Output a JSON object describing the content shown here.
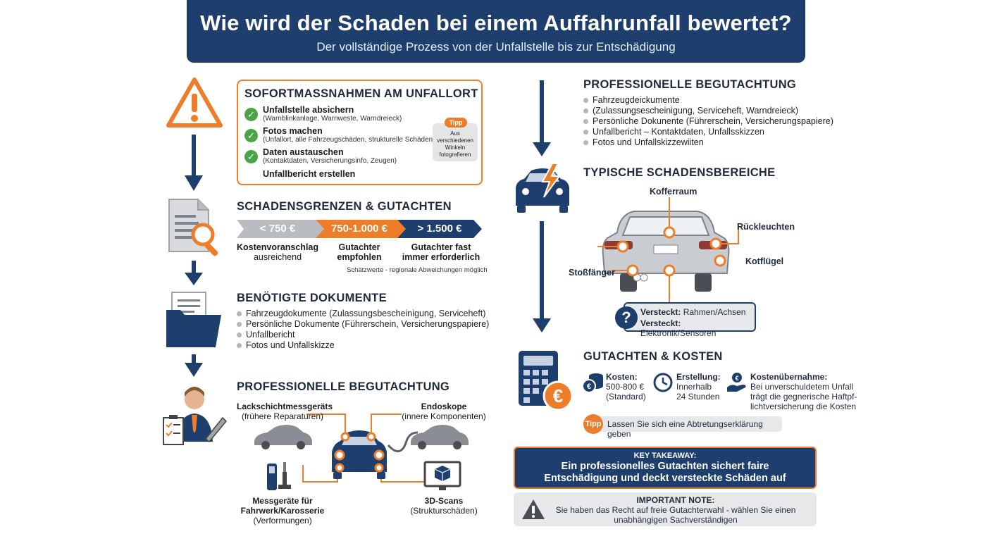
{
  "header": {
    "title": "Wie wird der Schaden bei einem Auffahrunfall bewertet?",
    "subtitle": "Der vollständige Prozess von der Unfallstelle bis zur Entschädigung"
  },
  "sofort": {
    "title": "SOFORTMASSNAHMEN AM UNFALLORT",
    "items": [
      {
        "title": "Unfallstelle absichern",
        "sub": "(Warnblinkanlage, Warnweste, Warndreieck)"
      },
      {
        "title": "Fotos machen",
        "sub": "(Unfallort, alle Fahrzeugschäden, strukturelle Schäden)"
      },
      {
        "title": "Daten austauschen",
        "sub": "(Kontaktdaten, Versicherungsinfo, Zeugen)"
      }
    ],
    "last": "Unfallbericht erstellen",
    "tip_badge": "Tipp",
    "tip_lines": [
      "Aus",
      "verschiedenen",
      "Winkeln",
      "fotografieren"
    ]
  },
  "grenzen": {
    "title": "SCHADENSGRENZEN & GUTACHTEN",
    "bars": [
      {
        "label": "< 750 €",
        "cap1": "Kostenvoranschlag",
        "cap2": "ausreichend"
      },
      {
        "label": "750-1.000 €",
        "cap1": "Gutachter",
        "cap2": "empfohlen"
      },
      {
        "label": "> 1.500 €",
        "cap1": "Gutachter fast",
        "cap2": "immer erforderlich"
      }
    ],
    "note": "Schätzwerte - regionale Abweichungen möglich",
    "colors": [
      "#b9bcc1",
      "#ee7d2a",
      "#1e3f6e"
    ]
  },
  "dokumente": {
    "title": "BENÖTIGTE DOKUMENTE",
    "items": [
      "Fahrzeugdokumente (Zulassungsbescheinigung, Serviceheft)",
      "Persönliche Dokumente (Führerschein, Versicherungspapiere)",
      "Unfallbericht",
      "Fotos und Unfallskizze"
    ]
  },
  "begutachtung_left": {
    "title": "PROFESSIONELLE BEGUTACHTUNG",
    "lack_title": "Lackschichtmessgeräts",
    "lack_sub": "(frühere Reparaturen)",
    "endo_title": "Endoskope",
    "endo_sub": "(innere Komponenten)",
    "mess_title1": "Messgeräte für",
    "mess_title2": "Fahrwerk/Karosserie",
    "mess_sub": "(Verformungen)",
    "scan_title": "3D-Scans",
    "scan_sub": "(Strukturschäden)"
  },
  "begutachtung_right": {
    "title": "PROFESSIONELLE BEGUTACHTUNG",
    "items": [
      "Fahrzeugdeickumente",
      "(Zulassungsescheinigung, Serviceheft, Warndreieck)",
      "Persönliche Dokunente (Führerschein, Versicherungspapiere)",
      "Unfallbericht – Kontaktdaten, Unfallsskizzen",
      "Fotos und Unfallskizzewiiten"
    ]
  },
  "bereiche": {
    "title": "TYPISCHE SCHADENSBEREICHE",
    "kofferraum": "Kofferraum",
    "rueckleuchten": "Rückleuchten",
    "kotfluegel": "Kotflügel",
    "stossfaenger": "Stoßfänger",
    "versteckt_label": "Versteckt:",
    "versteckt_1": "Rahmen/Achsen",
    "versteckt_2": "Elektronik/Sensoren"
  },
  "kosten": {
    "title": "GUTACHTEN & KOSTEN",
    "k_label": "Kosten:",
    "k_1": "500-800 €",
    "k_2": "(Standard)",
    "e_label": "Erstellung:",
    "e_1": "Innerhalb",
    "e_2": "24 Stunden",
    "u_label": "Kostenübernahme:",
    "u_1": "Bei unverschuldetem Unfall",
    "u_2": "trägt die gegnerische Haftpf-",
    "u_3": "lichtversicherung die Kosten",
    "tip_badge": "Tipp",
    "tip_text": "Lassen Sie sich eine Abtretungserklärung geben"
  },
  "takeaway": {
    "label": "KEY TAKEAWAY:",
    "line1": "Ein professionelles Gutachten sichert faire",
    "line2": "Entschädigung und deckt versteckte Schäden auf"
  },
  "important": {
    "label": "IMPORTANT NOTE:",
    "line1": "Sie haben das Recht auf freie Gutachterwahl - wählen Sie einen",
    "line2": "unabhängigen Sachverständigen"
  },
  "colors": {
    "navy": "#1e3f6e",
    "orange": "#ee7d2a",
    "green": "#4aa545",
    "grey": "#b9bcc1"
  }
}
